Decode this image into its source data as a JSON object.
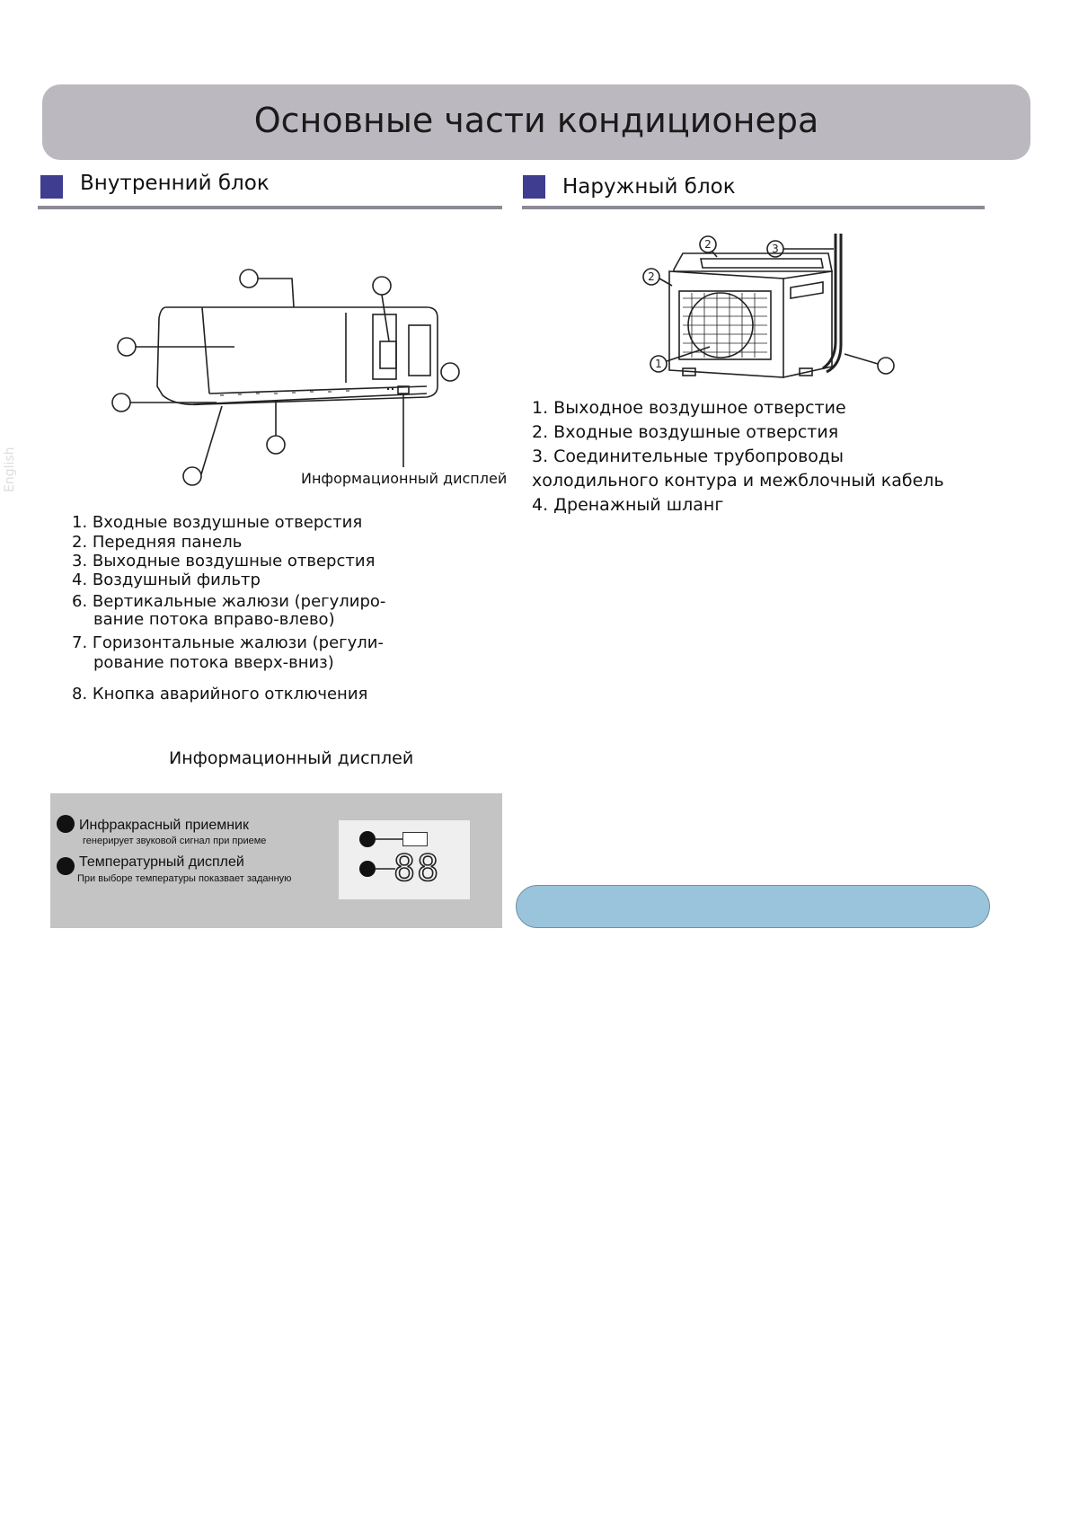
{
  "side_tab": "English",
  "title": "Основные части кондиционера",
  "indoor": {
    "heading": "Внутренний блок",
    "display_callout": "Информационный дисплей",
    "parts": [
      "1. Входные воздушные отверстия",
      "2. Передняя панель",
      "3. Выходные воздушные отверстия",
      "4. Воздушный фильтр",
      "6. Вертикальные жалюзи (регулиро-",
      "вание потока вправо-влево)",
      "7. Горизонтальные жалюзи (регули-",
      "рование потока вверх-вниз)",
      "8. Кнопка аварийного отключения"
    ]
  },
  "outdoor": {
    "heading": "Наружный блок",
    "callouts": [
      "2",
      "3",
      "2",
      "1"
    ],
    "parts": [
      "1.    Выходное воздушное отверстие",
      "2.    Входные воздушные отверстия",
      "3.   Соединительные трубопроводы",
      "холодильного контура и межблочный кабель",
      "4.   Дренажный шланг"
    ]
  },
  "info_display": {
    "heading": "Информационный дисплей",
    "ir_title": "Инфракрасный приемник",
    "ir_desc": "генерирует звуковой сигнал при приеме",
    "temp_title": "Температурный дисплей",
    "temp_desc": "При выборе температуры показвает заданную",
    "segment_text": "88"
  },
  "colors": {
    "title_bar": "#bbb8c0",
    "section_square": "#3e3d8f",
    "blue_bar": "#9ac4db"
  }
}
